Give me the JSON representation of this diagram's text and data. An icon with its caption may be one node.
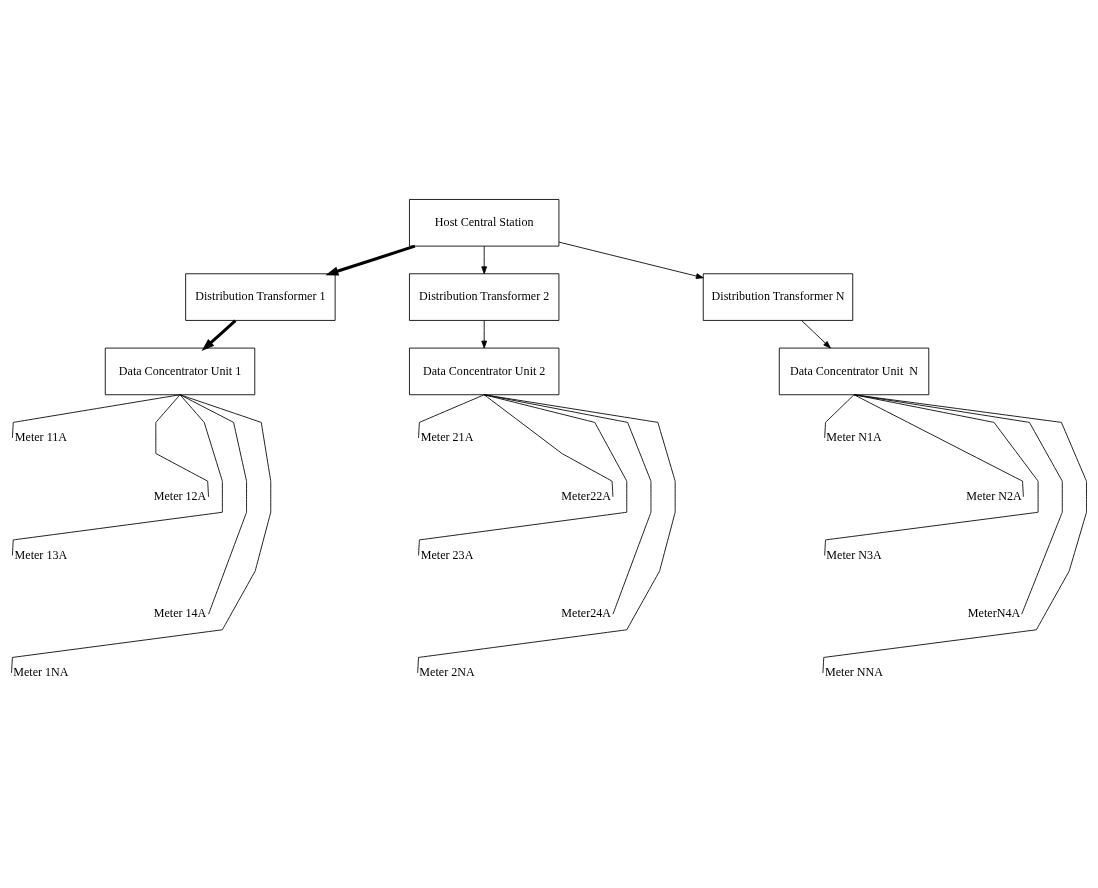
{
  "diagram": {
    "nodes": [
      {
        "text": [
          "Host Central Station"
        ]
      },
      {
        "text": [
          "Distribution Transformer 1"
        ]
      },
      {
        "text": [
          "Distribution Transformer 2"
        ]
      },
      {
        "text": [
          "Distribution Transformer N"
        ]
      },
      {
        "text": [
          "Data Concentrator Unit 1"
        ]
      },
      {
        "text": [
          "Data Concentrator Unit 2"
        ]
      },
      {
        "text": [
          "Data Concentrator Unit  N"
        ]
      },
      {
        "text": [
          "Meter 11A"
        ]
      },
      {
        "text": [
          "Meter 12A"
        ]
      },
      {
        "text": [
          "Meter 13A"
        ]
      },
      {
        "text": [
          "Meter 14A"
        ]
      },
      {
        "text": [
          "Meter 1NA"
        ]
      },
      {
        "text": [
          "Meter 21A"
        ]
      },
      {
        "text": [
          "Meter22A"
        ]
      },
      {
        "text": [
          "Meter 23A"
        ]
      },
      {
        "text": [
          "Meter24A"
        ]
      },
      {
        "text": [
          "Meter 2NA"
        ]
      },
      {
        "text": [
          "Meter N1A"
        ]
      },
      {
        "text": [
          "Meter N2A"
        ]
      },
      {
        "text": [
          "Meter N3A"
        ]
      },
      {
        "text": [
          "MeterN4A"
        ]
      },
      {
        "text": [
          "Meter NNA"
        ]
      }
    ],
    "edges": [
      {
        "from": 0,
        "to": 1,
        "arrow": "to",
        "style": "thick"
      },
      {
        "from": 0,
        "to": 2,
        "arrow": "to"
      },
      {
        "from": 0,
        "to": 3,
        "arrow": "to"
      },
      {
        "from": 1,
        "to": 4,
        "arrow": "to",
        "style": "thick"
      },
      {
        "from": 2,
        "to": 5,
        "arrow": "to"
      },
      {
        "from": 3,
        "to": 6,
        "arrow": "to"
      },
      {
        "from": 4,
        "to": 7,
        "arrow": "none"
      },
      {
        "from": 4,
        "to": 8,
        "arrow": "none"
      },
      {
        "from": 4,
        "to": 9,
        "arrow": "none"
      },
      {
        "from": 4,
        "to": 10,
        "arrow": "none"
      },
      {
        "from": 4,
        "to": 11,
        "arrow": "none"
      },
      {
        "from": 5,
        "to": 12,
        "arrow": "none"
      },
      {
        "from": 5,
        "to": 13,
        "arrow": "none"
      },
      {
        "from": 5,
        "to": 14,
        "arrow": "none"
      },
      {
        "from": 5,
        "to": 15,
        "arrow": "none"
      },
      {
        "from": 5,
        "to": 16,
        "arrow": "none"
      },
      {
        "from": 6,
        "to": 17,
        "arrow": "none"
      },
      {
        "from": 6,
        "to": 18,
        "arrow": "none"
      },
      {
        "from": 6,
        "to": 19,
        "arrow": "none"
      },
      {
        "from": 6,
        "to": 20,
        "arrow": "none"
      },
      {
        "from": 6,
        "to": 21,
        "arrow": "none"
      }
    ]
  }
}
